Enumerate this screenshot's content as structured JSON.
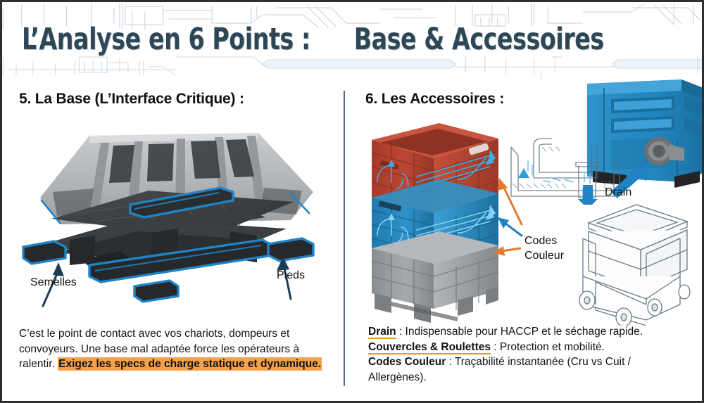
{
  "header": {
    "title_part1": "L’Analyse en 6 Points :",
    "title_part2": "Base & Accessoires",
    "title_color": "#2e4756"
  },
  "left_panel": {
    "section_title": "5. La Base (L’Interface Critique) :",
    "callouts": {
      "semelles": "Semelles",
      "pieds": "Pieds"
    },
    "paragraph": {
      "plain_before": "C’est le point de contact avec vos chariots, dompeurs et convoyeurs. Une base mal adaptée force les opérateurs à ralentir. ",
      "highlighted": "Exigez les specs de charge statique et dynamique.",
      "highlight_color": "#f5a04a"
    },
    "illustration": "plastic-pallet-base-underside"
  },
  "right_panel": {
    "section_title": "6. Les Accessoires :",
    "callouts": {
      "codes_couleur": "Codes\nCouleur",
      "drain": "Drain"
    },
    "lines": [
      {
        "term": "Drain",
        "underlined": true,
        "rest": " : Indispensable pour HACCP et le séchage rapide."
      },
      {
        "term": "Couvercles & Roulettes",
        "underlined": true,
        "rest": " : Protection et mobilité."
      },
      {
        "term": "Codes Couleur",
        "underlined": false,
        "rest": " : Traçabilité instantanée (Cru vs Cuit / Allergènes)."
      }
    ],
    "illustrations": [
      "stacked-crates-red-blue-gray",
      "blue-crate-drain-plug",
      "drain-cross-section-diagram",
      "crate-with-lid-on-dolly"
    ],
    "crate_colors": {
      "top": "#b9422f",
      "middle": "#2b8ec4",
      "bottom": "#9a9a9a"
    }
  },
  "accent_colors": {
    "orange_arrow": "#e07a2f",
    "blue_arrow": "#2183c4",
    "navy_arrow": "#1d3b52",
    "underline_orange": "#e8952f",
    "divider": "#5b6b78"
  }
}
